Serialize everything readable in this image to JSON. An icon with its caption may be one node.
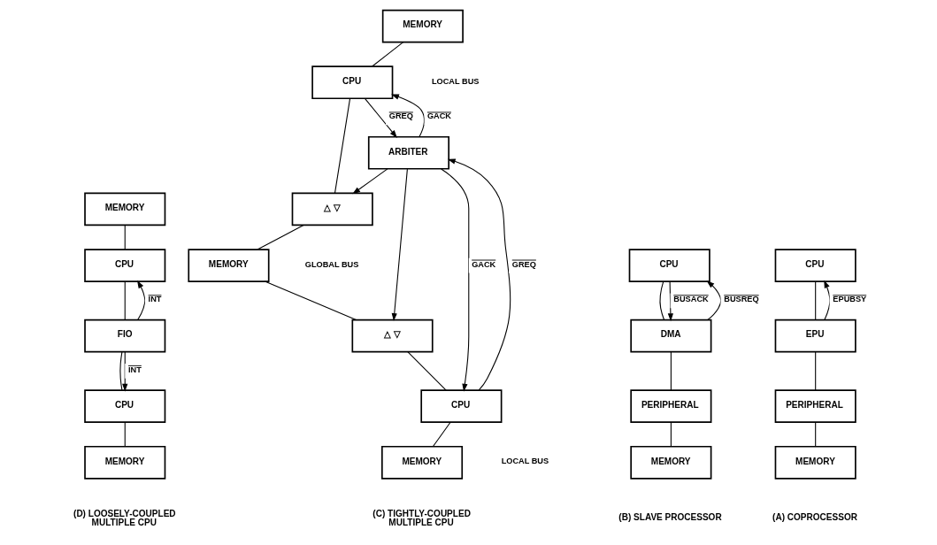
{
  "diagram": {
    "nodes": [
      {
        "text": [
          "MEMORY"
        ]
      },
      {
        "text": [
          "CPU"
        ]
      },
      {
        "text": [
          "FIO"
        ]
      },
      {
        "text": [
          "CPU"
        ]
      },
      {
        "text": [
          "MEMORY"
        ]
      },
      {
        "text": [
          "MEMORY"
        ]
      },
      {
        "text": [
          "CPU"
        ]
      },
      {
        "text": [
          "△ ▽"
        ]
      },
      {
        "text": [
          "ARBITER"
        ]
      },
      {
        "text": [
          "MEMORY"
        ]
      },
      {
        "text": [
          "△ ▽"
        ]
      },
      {
        "text": [
          "CPU"
        ]
      },
      {
        "text": [
          "MEMORY"
        ]
      },
      {
        "text": [
          "CPU"
        ]
      },
      {
        "text": [
          "DMA"
        ]
      },
      {
        "text": [
          "PERIPHERAL"
        ]
      },
      {
        "text": [
          "MEMORY"
        ]
      },
      {
        "text": [
          "CPU"
        ]
      },
      {
        "text": [
          "EPU"
        ]
      },
      {
        "text": [
          "PERIPHERAL"
        ]
      },
      {
        "text": [
          "MEMORY"
        ]
      }
    ],
    "edges": [
      {
        "from": 0,
        "to": 1,
        "arrow": "none"
      },
      {
        "from": 1,
        "to": 2,
        "arrow": "none"
      },
      {
        "from": 2,
        "to": 3,
        "arrow": "none"
      },
      {
        "from": 3,
        "to": 4,
        "arrow": "none"
      },
      {
        "from": 2,
        "to": 1,
        "arrow": "to",
        "label": "INT"
      },
      {
        "from": 2,
        "to": 3,
        "arrow": "to",
        "label": "INT"
      },
      {
        "from": 5,
        "to": 6,
        "arrow": "none"
      },
      {
        "from": 6,
        "to": 7,
        "arrow": "none"
      },
      {
        "from": 7,
        "to": 9,
        "arrow": "none"
      },
      {
        "from": 9,
        "to": 10,
        "arrow": "none"
      },
      {
        "from": 10,
        "to": 11,
        "arrow": "none"
      },
      {
        "from": 11,
        "to": 12,
        "arrow": "none"
      },
      {
        "from": 6,
        "to": 8,
        "arrow": "to",
        "label": "GREQ"
      },
      {
        "from": 8,
        "to": 6,
        "arrow": "to",
        "label": "GACK"
      },
      {
        "from": 8,
        "to": 7,
        "arrow": "to"
      },
      {
        "from": 11,
        "to": 8,
        "arrow": "to",
        "label": "GREQ"
      },
      {
        "from": 8,
        "to": 11,
        "arrow": "to",
        "label": "GACK"
      },
      {
        "from": 8,
        "to": 10,
        "arrow": "to"
      },
      {
        "from": 13,
        "to": 14,
        "arrow": "none"
      },
      {
        "from": 14,
        "to": 15,
        "arrow": "none"
      },
      {
        "from": 15,
        "to": 16,
        "arrow": "none"
      },
      {
        "from": 13,
        "to": 14,
        "arrow": "to",
        "label": "BUSACK"
      },
      {
        "from": 14,
        "to": 13,
        "arrow": "to",
        "label": "BUSREQ"
      },
      {
        "from": 17,
        "to": 18,
        "arrow": "none"
      },
      {
        "from": 18,
        "to": 19,
        "arrow": "none"
      },
      {
        "from": 19,
        "to": 20,
        "arrow": "none"
      },
      {
        "from": 18,
        "to": 17,
        "arrow": "to",
        "label": "EPUBSY"
      }
    ],
    "labels": [
      "LOCAL BUS",
      "GLOBAL BUS",
      "LOCAL BUS",
      "(D) LOOSELY-COUPLED MULTIPLE CPU",
      "(C) TIGHTLY-COUPLED MULTIPLE CPU",
      "(B) SLAVE PROCESSOR",
      "(A) COPROCESSOR"
    ]
  }
}
